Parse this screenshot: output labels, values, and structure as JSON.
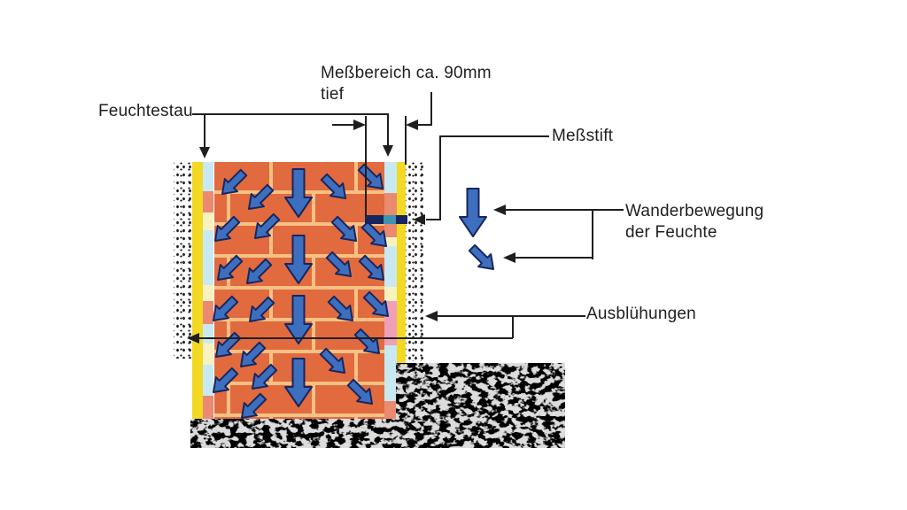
{
  "colors": {
    "ink": "#1f1f1f",
    "paper": "#ffffff",
    "brick": "#e16a3f",
    "mortar": "#f6c183",
    "yellow": "#f3d824",
    "cyan": "#c9e9f2",
    "salmon": "#ea8a70",
    "cream": "#f8f2c0",
    "pink": "#ef9fb8",
    "navy": "#16255f",
    "teal": "#3e93ad",
    "arrow_fill": "#3d6fbe",
    "arrow_stroke": "#17265e",
    "ground": "#dcdcdc"
  },
  "labels": {
    "messbereich_line1": "Meßbereich ca. 90mm",
    "messbereich_line2": "tief",
    "feuchtestau": "Feuchtestau",
    "messstift": "Meßstift",
    "wanderbewegung_line1": "Wanderbewegung",
    "wanderbewegung_line2": "der Feuchte",
    "ausbluehungen": "Ausblühungen"
  },
  "wall": {
    "left_lining_segments": [
      [
        183,
        33,
        "cyan"
      ],
      [
        216,
        24,
        "salmon"
      ],
      [
        240,
        20,
        "cream"
      ],
      [
        260,
        62,
        "cyan"
      ],
      [
        322,
        18,
        "cream"
      ],
      [
        340,
        26,
        "salmon"
      ],
      [
        366,
        22,
        "cyan"
      ],
      [
        388,
        24,
        "cream"
      ],
      [
        412,
        35,
        "cyan"
      ],
      [
        447,
        26,
        "salmon"
      ]
    ],
    "right_lining_segments": [
      [
        183,
        35,
        "cyan"
      ],
      [
        218,
        50,
        "salmon"
      ],
      [
        268,
        10,
        "cream"
      ],
      [
        278,
        46,
        "cyan"
      ],
      [
        324,
        16,
        "cream"
      ],
      [
        340,
        50,
        "pink"
      ],
      [
        390,
        63,
        "cyan"
      ],
      [
        453,
        20,
        "salmon"
      ]
    ],
    "messstift_segments": [
      [
        412,
        21,
        "navy"
      ],
      [
        433,
        14,
        "teal"
      ],
      [
        447,
        13,
        "navy"
      ]
    ]
  },
  "arrows": {
    "wall": [
      [
        337,
        218,
        "s",
        "big"
      ],
      [
        337,
        293,
        "s",
        "big"
      ],
      [
        337,
        361,
        "s",
        "big"
      ],
      [
        337,
        432,
        "s",
        "big"
      ],
      [
        263,
        207,
        "sw",
        "small"
      ],
      [
        293,
        224,
        "sw",
        "small"
      ],
      [
        255,
        260,
        "sw",
        "small"
      ],
      [
        300,
        257,
        "sw",
        "small"
      ],
      [
        258,
        304,
        "sw",
        "small"
      ],
      [
        291,
        308,
        "sw",
        "small"
      ],
      [
        253,
        350,
        "sw",
        "small"
      ],
      [
        294,
        351,
        "sw",
        "small"
      ],
      [
        256,
        391,
        "sw",
        "small"
      ],
      [
        284,
        402,
        "sw",
        "small"
      ],
      [
        253,
        431,
        "sw",
        "small"
      ],
      [
        297,
        427,
        "sw",
        "small"
      ],
      [
        285,
        460,
        "sw",
        "small"
      ],
      [
        378,
        212,
        "se",
        "small"
      ],
      [
        420,
        201,
        "se",
        "small"
      ],
      [
        390,
        260,
        "se",
        "small"
      ],
      [
        424,
        266,
        "se",
        "small"
      ],
      [
        384,
        300,
        "se",
        "small"
      ],
      [
        421,
        304,
        "se",
        "small"
      ],
      [
        386,
        350,
        "se",
        "small"
      ],
      [
        426,
        345,
        "se",
        "small"
      ],
      [
        377,
        409,
        "se",
        "small"
      ],
      [
        416,
        387,
        "se",
        "small"
      ],
      [
        408,
        444,
        "se",
        "small"
      ]
    ],
    "legend": [
      [
        534,
        240,
        "s",
        "big"
      ],
      [
        545,
        292,
        "se",
        "small"
      ]
    ]
  }
}
